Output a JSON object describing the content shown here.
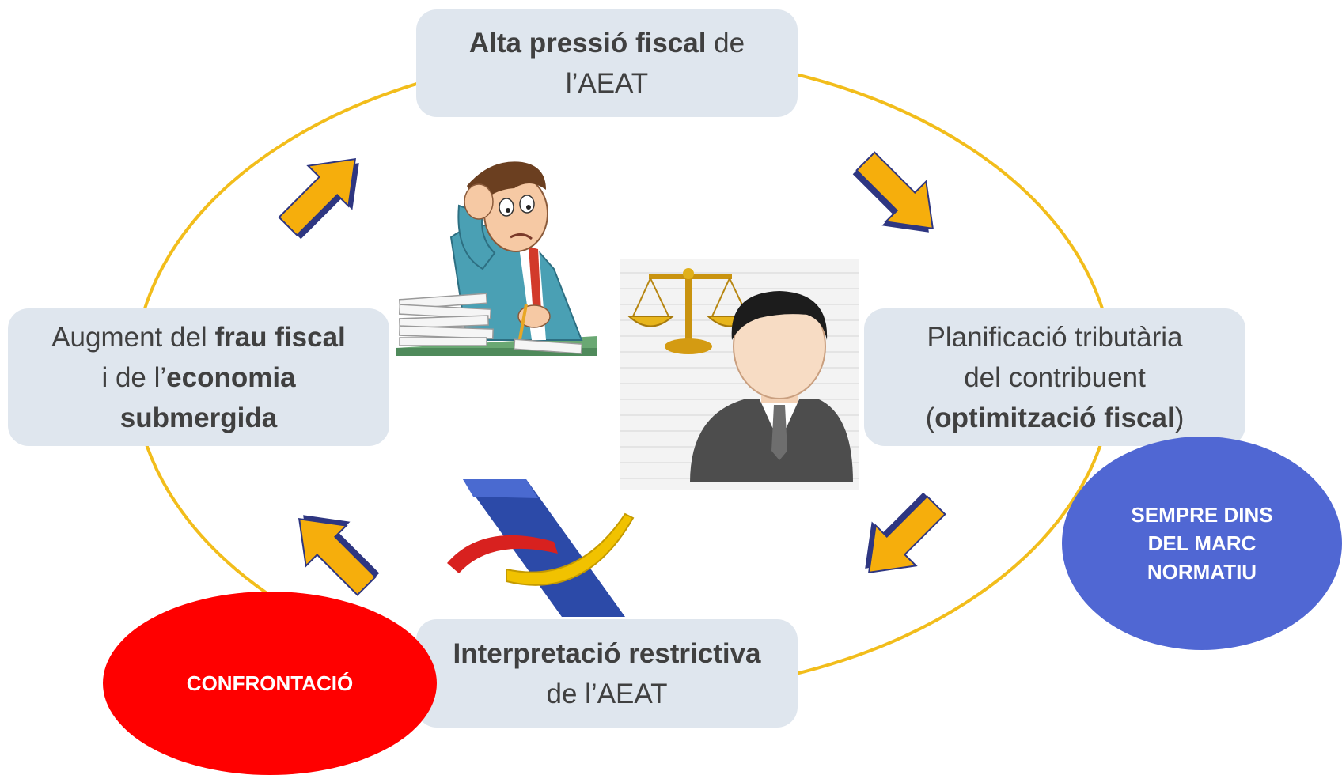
{
  "nodes": {
    "top": {
      "bold": "Alta pressió fiscal",
      "rest_a": " de",
      "line2": "l’AEAT"
    },
    "right": {
      "line1": "Planificació tributària",
      "line2": "del contribuent",
      "open": "(",
      "bold": "optimització fiscal",
      "close": ")"
    },
    "bottom": {
      "bold": "Interpretació restrictiva",
      "line2": "de l’AEAT"
    },
    "left": {
      "pre1": "Augment del ",
      "bold1": "frau fiscal",
      "pre2": "i de l’",
      "bold2": "economia",
      "bold3": "submergida"
    }
  },
  "callouts": {
    "confrontation": "CONFRONTACIÓ",
    "within_rules": [
      "SEMPRE DINS",
      "DEL MARC",
      "NORMATIU"
    ]
  },
  "icons": [
    "stressed-man-paperwork-icon",
    "lawyer-scales-icon",
    "aeat-logo-icon"
  ],
  "colors": {
    "cycle_line": "#f2bd1b",
    "arrow_fill": "#f6ae0c",
    "arrow_shadow": "#2e3681",
    "box_fill": "#dfe6ee",
    "confrontation_fill": "#ff0000",
    "within_rules_fill": "#5067d3"
  }
}
